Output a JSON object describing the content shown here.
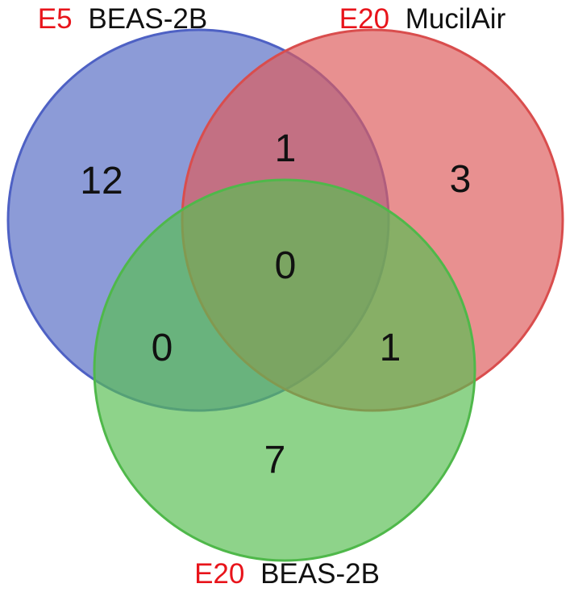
{
  "colors": {
    "tag_color": "#e8141b",
    "name_color": "#111111",
    "count_color": "#111111",
    "blue_fill": "#5f74c8",
    "blue_stroke": "#4e61c4",
    "red_fill": "#dd5c5c",
    "red_stroke": "#d94d4d",
    "green_fill": "#58be52",
    "green_stroke": "#4fb84a"
  },
  "sets": [
    {
      "id": "e5_beas2b",
      "tag": "E5",
      "name": "BEAS-2B",
      "color": "blue"
    },
    {
      "id": "e20_mucilair",
      "tag": "E20",
      "name": "MucilAir",
      "color": "red"
    },
    {
      "id": "e20_beas2b",
      "tag": "E20",
      "name": "BEAS-2B",
      "color": "green"
    }
  ],
  "regions": {
    "e5_beas2b_only": "12",
    "e20_mucilair_only": "3",
    "e20_beas2b_only": "7",
    "e5_beas2b_and_e20_mucilair": "1",
    "e5_beas2b_and_e20_beas2b": "0",
    "e20_mucilair_and_e20_beas2b": "1",
    "all_three": "0"
  }
}
